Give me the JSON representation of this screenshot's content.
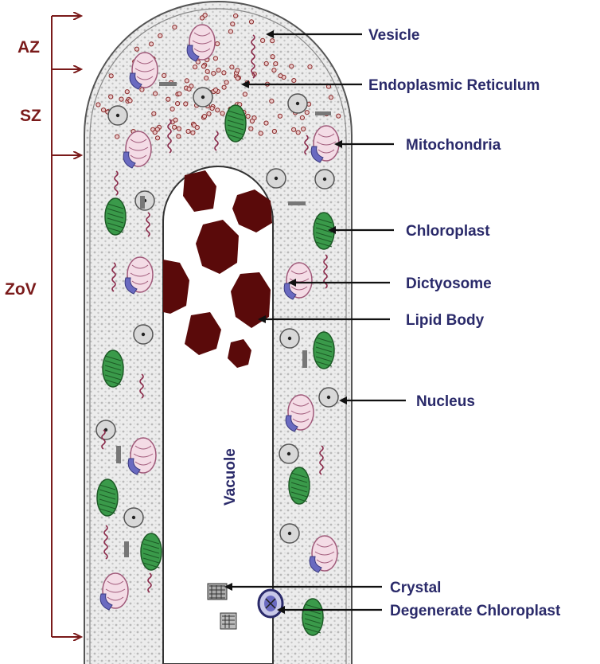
{
  "zones": [
    {
      "id": "az",
      "label": "AZ"
    },
    {
      "id": "sz",
      "label": "SZ"
    },
    {
      "id": "zov",
      "label": "ZoV"
    }
  ],
  "labels": {
    "vesicle": "Vesicle",
    "endoplasmic_reticulum": "Endoplasmic Reticulum",
    "mitochondria": "Mitochondria",
    "chloroplast": "Chloroplast",
    "dictyosome": "Dictyosome",
    "lipid_body": "Lipid Body",
    "nucleus": "Nucleus",
    "crystal": "Crystal",
    "degenerate_chloroplast": "Degenerate Chloroplast",
    "vacuole": "Vacuole"
  },
  "colors": {
    "zone": "#7a1a1a",
    "label": "#2a2a6a",
    "lipid": "#5a0a0a",
    "chloroplast": "#3a9a4a",
    "mitochondria": "#c88aa8",
    "dictyosome": "#6a6ac0",
    "cytoplasm": "#e6e6e6"
  }
}
